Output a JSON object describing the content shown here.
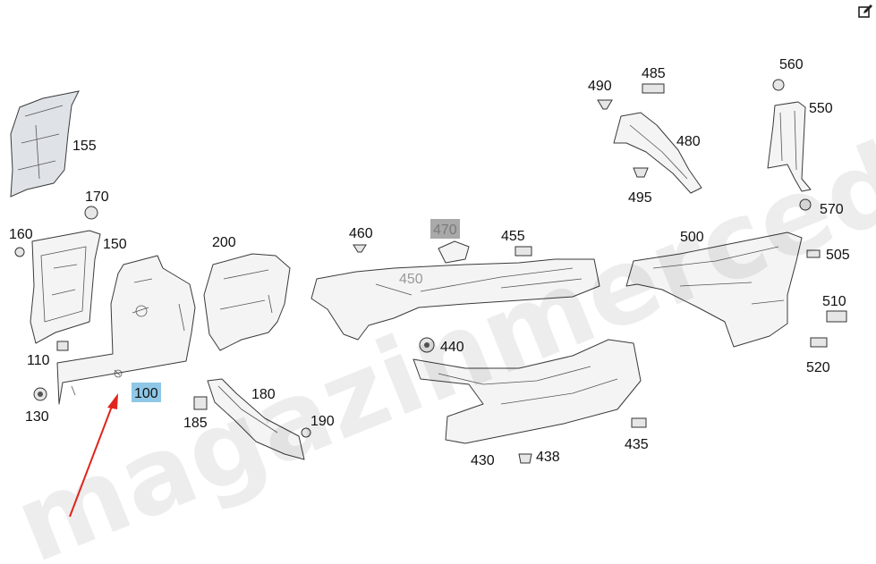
{
  "watermark": "magazinmercedes.ru",
  "accent": {
    "arrow": "#e0241d",
    "highlight": "#8fc7e6",
    "highlight_gray": "#a9a9a9"
  },
  "toolbar": {
    "edit_icon": "edit-icon"
  },
  "callouts": {
    "c100": "100",
    "c110": "110",
    "c130": "130",
    "c150": "150",
    "c155": "155",
    "c160": "160",
    "c170": "170",
    "c180": "180",
    "c185": "185",
    "c190": "190",
    "c200": "200",
    "c430": "430",
    "c435": "435",
    "c438": "438",
    "c440": "440",
    "c450": "450",
    "c455": "455",
    "c460": "460",
    "c470": "470",
    "c480": "480",
    "c485": "485",
    "c490": "490",
    "c495": "495",
    "c500": "500",
    "c505": "505",
    "c510": "510",
    "c520": "520",
    "c550": "550",
    "c560": "560",
    "c570": "570"
  }
}
